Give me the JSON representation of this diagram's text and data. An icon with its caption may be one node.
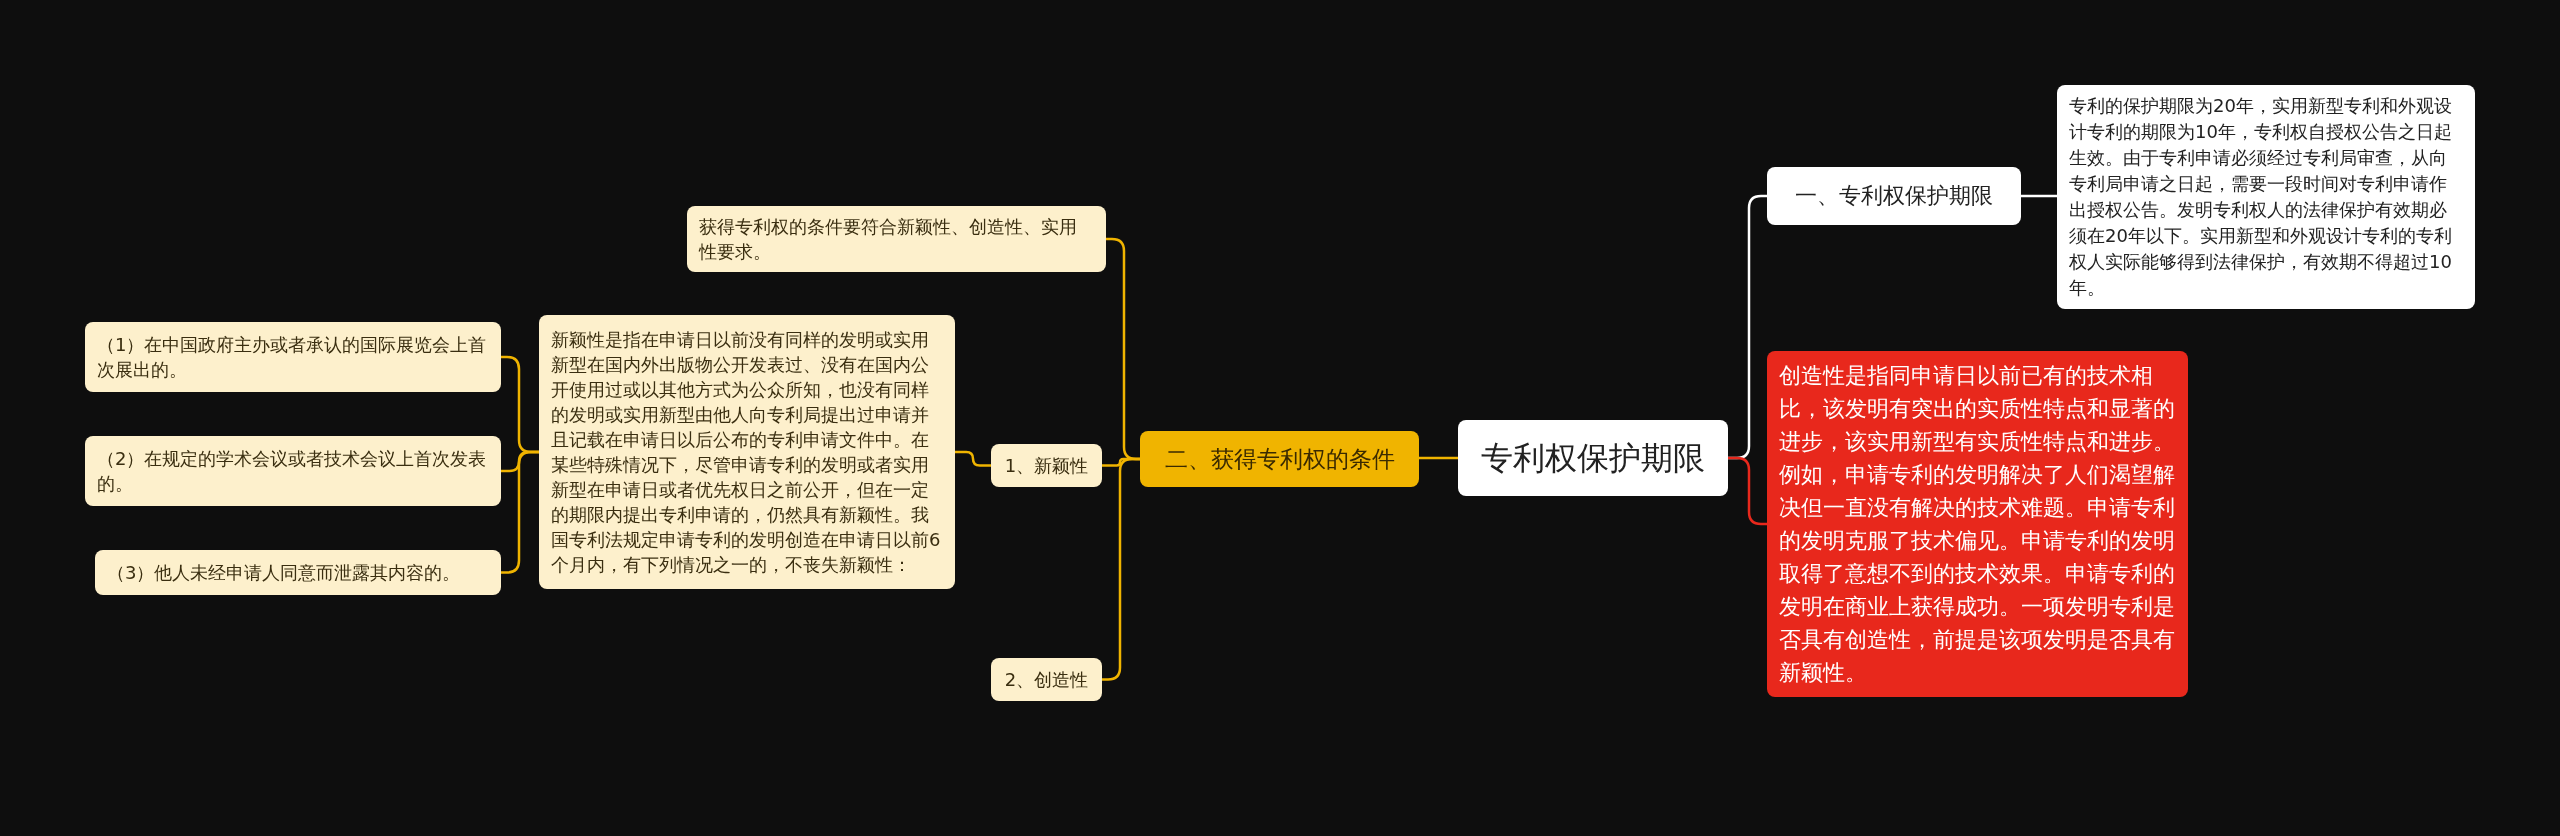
{
  "diagram": {
    "nodes": [
      {
        "text": [
          "专利权保护期限"
        ]
      },
      {
        "text": [
          "一、专利权保护期限"
        ]
      },
      {
        "text": [
          "专利的保护期限为20年，实用新型专利和外观设计专利的期限为10年，专利权自授权公告之日起生效。由于专利申请必须经过专利局审查，从向专利局申请之日起，需要一段时间对专利申请作出授权公告。发明专利权人的法律保护有效期必须在20年以下。实用新型和外观设计专利的专利权人实际能够得到法律保护，有效期不得超过10年。"
        ]
      },
      {
        "text": [
          "创造性是指同申请日以前已有的技术相比，该发明有突出的实质性特点和显著的进步，该实用新型有实质性特点和进步。例如，申请专利的发明解决了人们渴望解决但一直没有解决的技术难题。申请专利的发明克服了技术偏见。申请专利的发明取得了意想不到的技术效果。申请专利的发明在商业上获得成功。一项发明专利是否具有创造性，前提是该项发明是否具有新颖性。"
        ]
      },
      {
        "text": [
          "二、获得专利权的条件"
        ]
      },
      {
        "text": [
          "获得专利权的条件要符合新颖性、创造性、实用性要求。"
        ]
      },
      {
        "text": [
          "1、新颖性"
        ]
      },
      {
        "text": [
          "2、创造性"
        ]
      },
      {
        "text": [
          "新颖性是指在申请日以前没有同样的发明或实用新型在国内外出版物公开发表过、没有在国内公开使用过或以其他方式为公众所知，也没有同样的发明或实用新型由他人向专利局提出过申请并且记载在申请日以后公布的专利申请文件中。在某些特殊情况下，尽管申请专利的发明或者实用新型在申请日或者优先权日之前公开，但在一定的期限内提出专利申请的，仍然具有新颖性。我国专利法规定申请专利的发明创造在申请日以前6个月内，有下列情况之一的，不丧失新颖性："
        ]
      },
      {
        "text": [
          "（1）在中国政府主办或者承认的国际展览会上首次展出的。"
        ]
      },
      {
        "text": [
          "（2）在规定的学术会议或者技术会议上首次发表的。"
        ]
      },
      {
        "text": [
          "（3）他人未经申请人同意而泄露其内容的。"
        ]
      }
    ],
    "edges": [
      {
        "from": 0,
        "to": 1,
        "arrow": "none",
        "color": "#ffffff"
      },
      {
        "from": 1,
        "to": 2,
        "arrow": "none",
        "color": "#ffffff"
      },
      {
        "from": 0,
        "to": 3,
        "arrow": "none",
        "color": "#e8281c"
      },
      {
        "from": 0,
        "to": 4,
        "arrow": "none"
      },
      {
        "from": 4,
        "to": 5,
        "arrow": "none"
      },
      {
        "from": 4,
        "to": 6,
        "arrow": "none"
      },
      {
        "from": 4,
        "to": 7,
        "arrow": "none"
      },
      {
        "from": 6,
        "to": 8,
        "arrow": "none"
      },
      {
        "from": 8,
        "to": 9,
        "arrow": "none"
      },
      {
        "from": 8,
        "to": 10,
        "arrow": "none"
      },
      {
        "from": 8,
        "to": 11,
        "arrow": "none"
      }
    ]
  }
}
